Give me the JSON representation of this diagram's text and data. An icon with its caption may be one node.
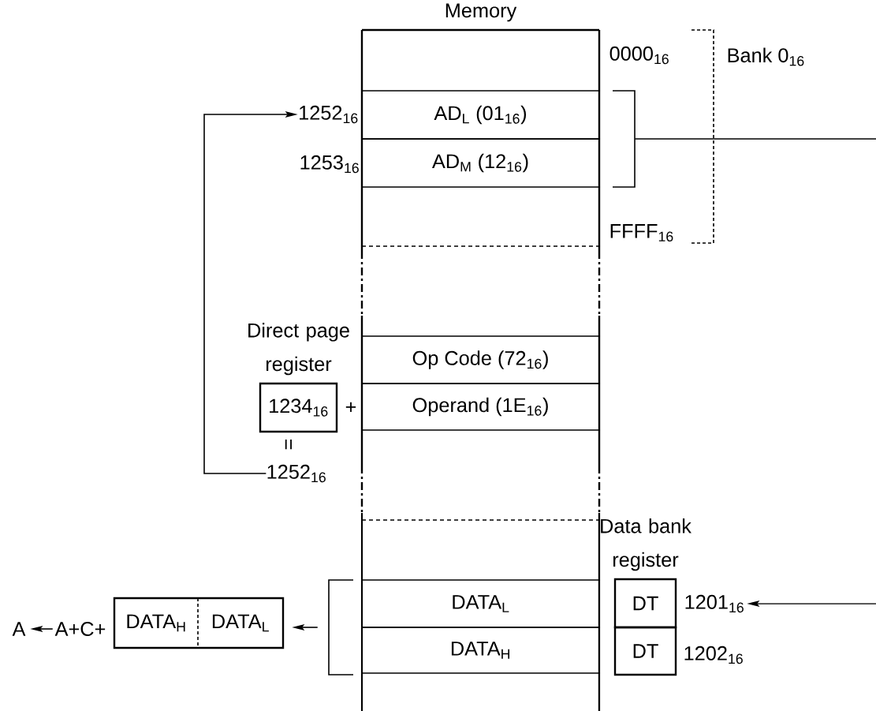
{
  "diagram": {
    "nodes": [
      {
        "text": [
          "Memory"
        ]
      },
      {
        "text": [
          "AD$_{L}$ (01$_{16}$)"
        ],
        "in": 0
      },
      {
        "text": [
          "AD$_{M}$ (12$_{16}$)"
        ],
        "in": 0
      },
      {
        "text": [],
        "shape": "bracket"
      },
      {
        "text": [
          "1252$_{16}$"
        ]
      },
      {
        "text": [
          "Direct page register",
          "1234$_{16}$"
        ]
      },
      {
        "text": [
          "Op Code (72$_{16}$)"
        ],
        "in": 0
      },
      {
        "text": [
          "Operand (1E$_{16}$)"
        ],
        "in": 0
      },
      {
        "text": [
          "1252$_{16}$"
        ]
      },
      {
        "text": [
          "Data bank register",
          "DT"
        ]
      },
      {
        "text": [
          "DATA$_{L}$"
        ],
        "in": 0
      },
      {
        "text": [
          "DT"
        ]
      },
      {
        "text": [
          "DATA$_{H}$"
        ],
        "in": 0
      },
      {
        "text": [],
        "shape": "bracket"
      },
      {
        "text": [
          "A"
        ]
      },
      {
        "text": [
          "A+C+"
        ]
      },
      {
        "text": [
          "DATA$_{H}$",
          "DATA$_{L}$"
        ]
      },
      {
        "text": [
          "1201$_{16}$"
        ]
      }
    ],
    "edges": [
      {
        "from": 8,
        "to": 4,
        "arrow": "to"
      },
      {
        "from": 3,
        "to": null,
        "arrow": "none"
      },
      {
        "from": null,
        "to": 17,
        "arrow": "to"
      },
      {
        "from": 13,
        "to": 16,
        "arrow": "to"
      },
      {
        "from": 15,
        "to": 14,
        "arrow": "to"
      }
    ],
    "labels": [
      "0000$_{16}$",
      "Bank 0$_{16}$",
      "1253$_{16}$",
      "FFFF$_{16}$",
      "+",
      "=",
      "1202$_{16}$"
    ]
  }
}
